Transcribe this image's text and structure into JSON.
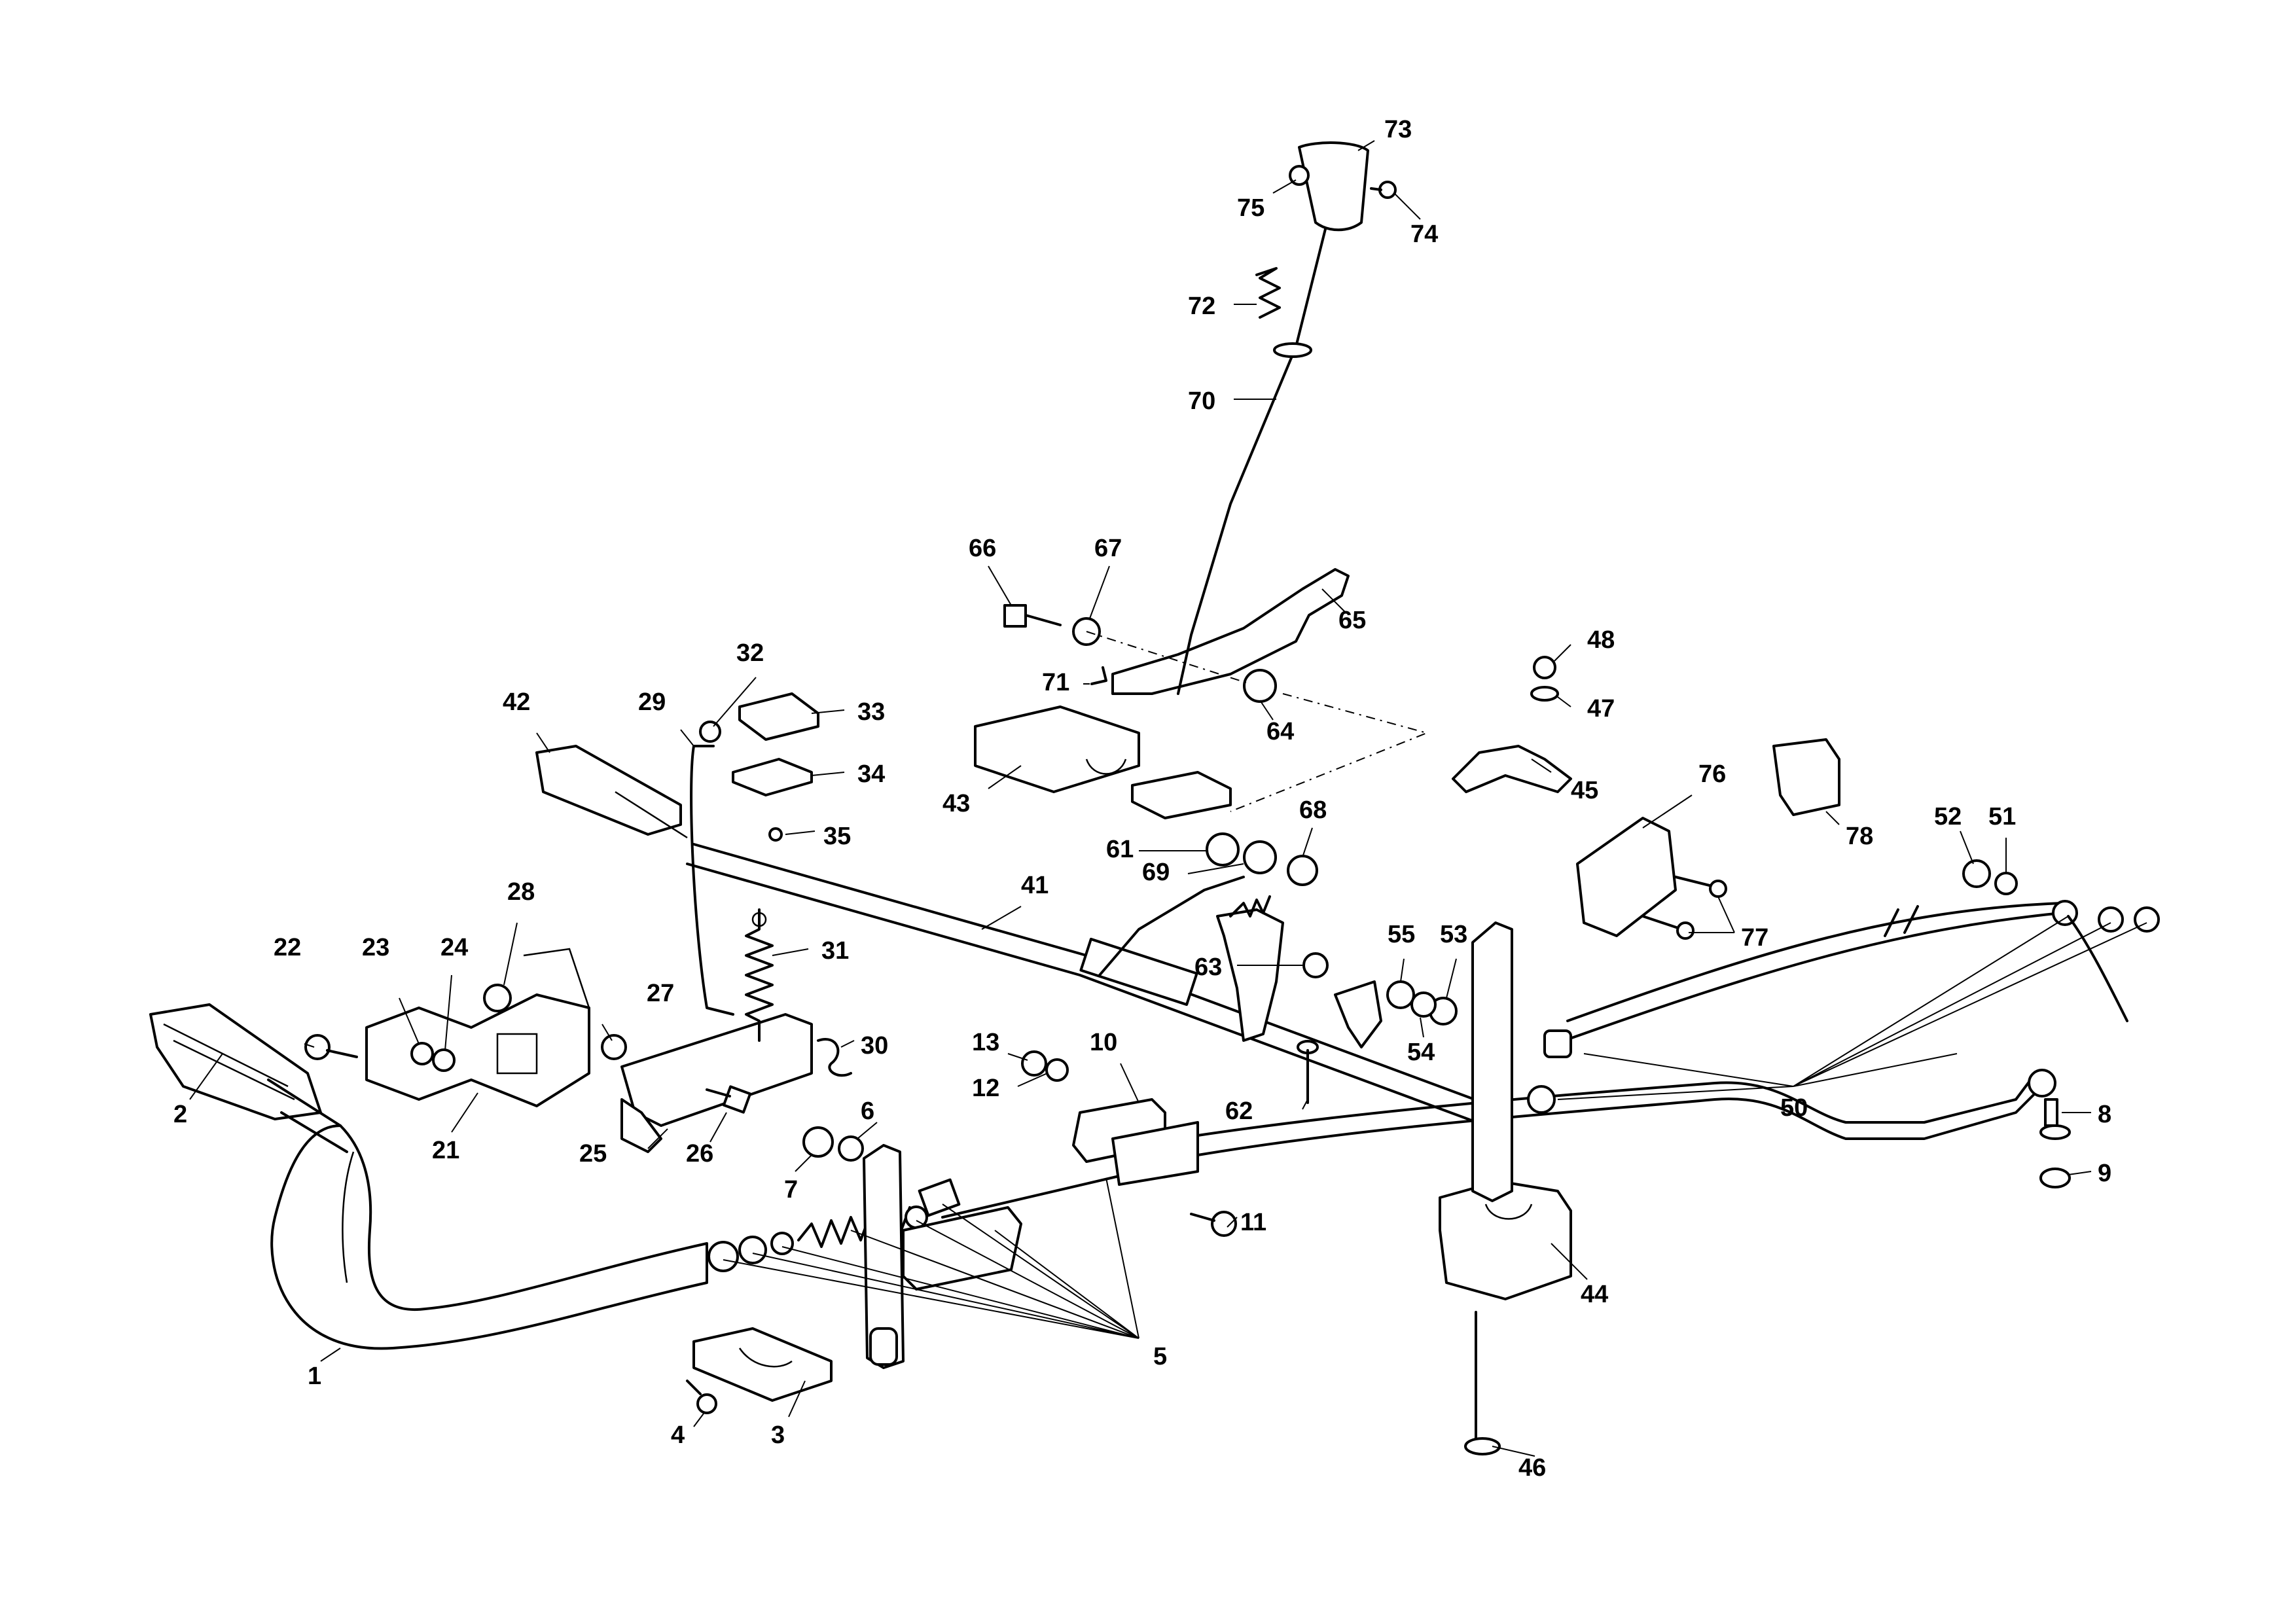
{
  "callouts": [
    "1",
    "2",
    "3",
    "4",
    "5",
    "6",
    "7",
    "8",
    "9",
    "10",
    "11",
    "12",
    "13",
    "21",
    "22",
    "23",
    "24",
    "25",
    "26",
    "27",
    "28",
    "29",
    "30",
    "31",
    "32",
    "33",
    "34",
    "35",
    "41",
    "42",
    "43",
    "44",
    "45",
    "46",
    "47",
    "48",
    "50",
    "51",
    "52",
    "53",
    "54",
    "55",
    "61",
    "62",
    "63",
    "64",
    "65",
    "66",
    "67",
    "68",
    "69",
    "70",
    "71",
    "72",
    "73",
    "74",
    "75",
    "76",
    "77",
    "78"
  ]
}
